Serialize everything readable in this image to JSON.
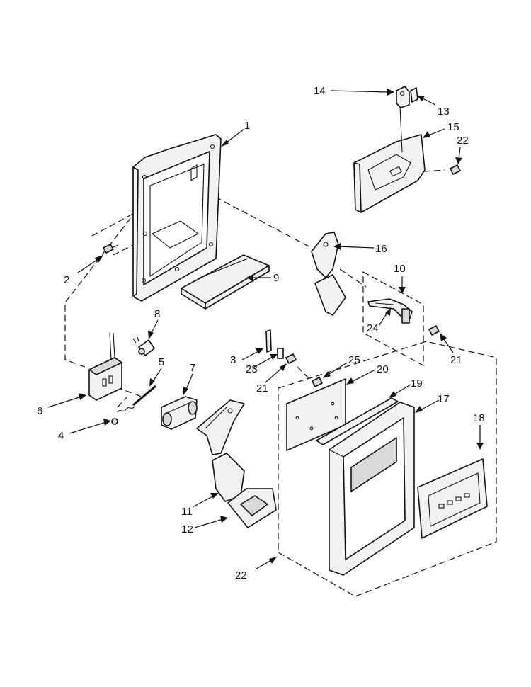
{
  "callouts": [
    {
      "id": "1",
      "text": "1"
    },
    {
      "id": "2",
      "text": "2"
    },
    {
      "id": "3",
      "text": "3"
    },
    {
      "id": "4",
      "text": "4"
    },
    {
      "id": "5",
      "text": "5"
    },
    {
      "id": "6",
      "text": "6"
    },
    {
      "id": "7",
      "text": "7"
    },
    {
      "id": "8",
      "text": "8"
    },
    {
      "id": "9",
      "text": "9"
    },
    {
      "id": "10",
      "text": "10"
    },
    {
      "id": "11",
      "text": "11"
    },
    {
      "id": "12",
      "text": "12"
    },
    {
      "id": "13",
      "text": "13"
    },
    {
      "id": "14",
      "text": "14"
    },
    {
      "id": "15",
      "text": "15"
    },
    {
      "id": "16",
      "text": "16"
    },
    {
      "id": "17",
      "text": "17"
    },
    {
      "id": "18",
      "text": "18"
    },
    {
      "id": "19",
      "text": "19"
    },
    {
      "id": "20",
      "text": "20"
    },
    {
      "id": "21a",
      "text": "21"
    },
    {
      "id": "21b",
      "text": "21"
    },
    {
      "id": "22a",
      "text": "22"
    },
    {
      "id": "22b",
      "text": "22"
    },
    {
      "id": "23",
      "text": "23"
    },
    {
      "id": "24",
      "text": "24"
    },
    {
      "id": "25",
      "text": "25"
    }
  ]
}
